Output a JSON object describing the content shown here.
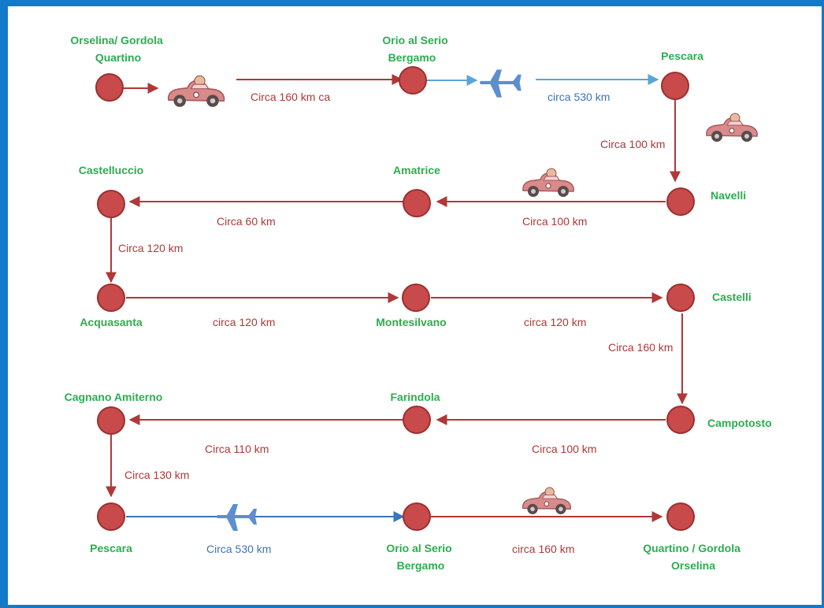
{
  "colors": {
    "frame": "#1479c9",
    "city_label": "#2aae4e",
    "car_route": "#b03838",
    "flight_route_light": "#5aa5d6",
    "flight_route": "#3e74b8",
    "node_fill": "#c94a4a",
    "plane": "#5b8fcf",
    "car_body": "#d98a8a"
  },
  "cities": {
    "orselina_start": [
      "Orselina/ Gordola",
      "Quartino"
    ],
    "orio_1": [
      "Orio al Serio",
      "Bergamo"
    ],
    "pescara_1": [
      "Pescara"
    ],
    "navelli": [
      "Navelli"
    ],
    "amatrice": [
      "Amatrice"
    ],
    "castelluccio": [
      "Castelluccio"
    ],
    "acquasanta": [
      "Acquasanta"
    ],
    "montesilvano": [
      "Montesilvano"
    ],
    "castelli": [
      "Castelli"
    ],
    "campotosto": [
      "Campotosto"
    ],
    "farindola": [
      "Farindola"
    ],
    "cagnano": [
      "Cagnano Amiterno"
    ],
    "pescara_2": [
      "Pescara"
    ],
    "orio_2": [
      "Orio al Serio",
      "Bergamo"
    ],
    "quartino_end": [
      "Quartino / Gordola",
      "Orselina"
    ]
  },
  "distances": {
    "orselina_orio": "Circa  160 km ca",
    "orio_pescara": "circa  530 km",
    "pescara_navelli": "Circa 100 km",
    "navelli_amatrice": "Circa 100 km",
    "amatrice_castelluccio": "Circa 60 km",
    "castelluccio_acquasanta": "Circa 120 km",
    "acquasanta_montesilvano": "circa 120 km",
    "montesilvano_castelli": "circa  120 km",
    "castelli_campotosto": "Circa 160 km",
    "campotosto_farindola": "Circa 100 km",
    "farindola_cagnano": "Circa 110 km",
    "cagnano_pescara": "Circa 130 km",
    "pescara_orio": "Circa 530 km",
    "orio_quartino": "circa 160 km"
  },
  "icons": [
    "car-icon",
    "plane-icon"
  ]
}
